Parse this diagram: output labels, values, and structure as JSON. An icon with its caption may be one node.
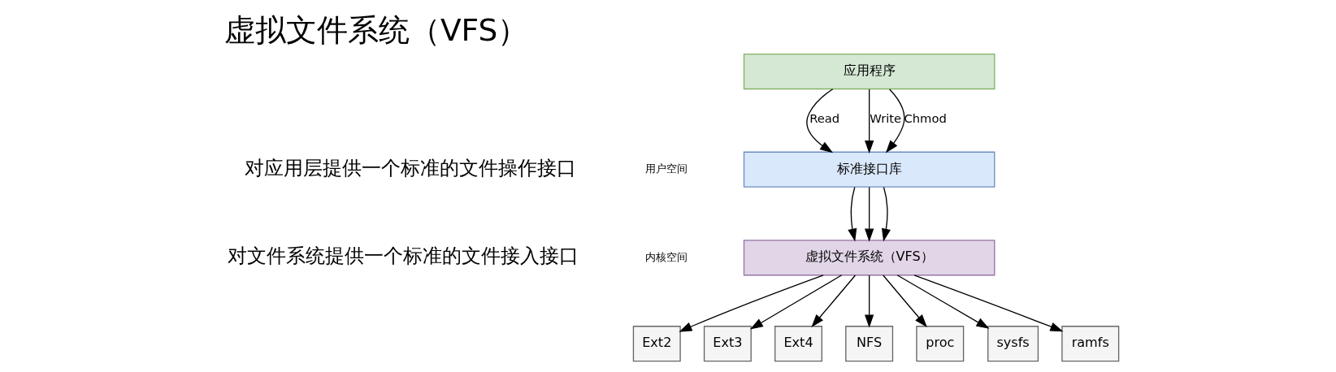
{
  "diagram": {
    "title": "虚拟文件系统（VFS）",
    "nodes": [
      {
        "text": [
          "应用程序"
        ]
      },
      {
        "text": [
          "标准接口库"
        ]
      },
      {
        "text": [
          "虚拟文件系统（VFS）"
        ]
      },
      {
        "text": [
          "Ext2"
        ]
      },
      {
        "text": [
          "Ext3"
        ]
      },
      {
        "text": [
          "Ext4"
        ]
      },
      {
        "text": [
          "NFS"
        ]
      },
      {
        "text": [
          "proc"
        ]
      },
      {
        "text": [
          "sysfs"
        ]
      },
      {
        "text": [
          "ramfs"
        ]
      }
    ],
    "edges": [
      {
        "from": 0,
        "to": 1,
        "arrow": "to",
        "label": "Read"
      },
      {
        "from": 0,
        "to": 1,
        "arrow": "to",
        "label": "Write"
      },
      {
        "from": 0,
        "to": 1,
        "arrow": "to",
        "label": "Chmod"
      },
      {
        "from": 1,
        "to": 2,
        "arrow": "to"
      },
      {
        "from": 1,
        "to": 2,
        "arrow": "to"
      },
      {
        "from": 1,
        "to": 2,
        "arrow": "to"
      },
      {
        "from": 2,
        "to": 3,
        "arrow": "to"
      },
      {
        "from": 2,
        "to": 4,
        "arrow": "to"
      },
      {
        "from": 2,
        "to": 5,
        "arrow": "to"
      },
      {
        "from": 2,
        "to": 6,
        "arrow": "to"
      },
      {
        "from": 2,
        "to": 7,
        "arrow": "to"
      },
      {
        "from": 2,
        "to": 8,
        "arrow": "to"
      },
      {
        "from": 2,
        "to": 9,
        "arrow": "to"
      }
    ],
    "labels": [
      "对应用层提供一个标准的文件操作接口",
      "对文件系统提供一个标准的文件接入接口",
      "用户空间",
      "内核空间"
    ]
  }
}
